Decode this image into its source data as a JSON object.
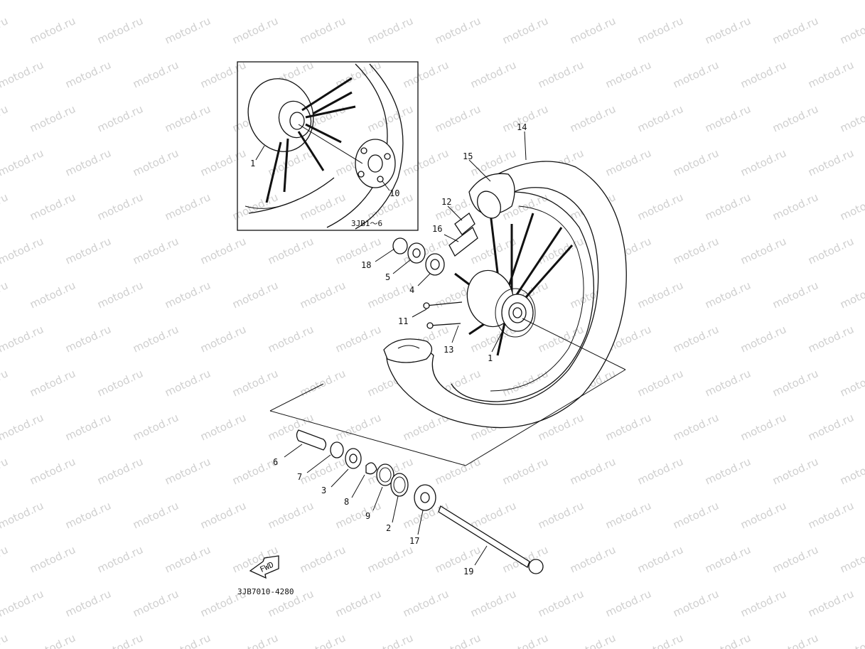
{
  "watermark": "motod.ru",
  "inset_label": "3JB1～6",
  "diagram_code": "3JB7010-4280",
  "fwd_label": "FWD",
  "callouts": {
    "c1_inset": "1",
    "c10": "10",
    "c14": "14",
    "c15": "15",
    "c12": "12",
    "c16": "16",
    "c18": "18",
    "c5": "5",
    "c4": "4",
    "c11": "11",
    "c13": "13",
    "c1_main": "1",
    "c6": "6",
    "c7": "7",
    "c3": "3",
    "c8": "8",
    "c9": "9",
    "c2": "2",
    "c17": "17",
    "c19": "19"
  }
}
